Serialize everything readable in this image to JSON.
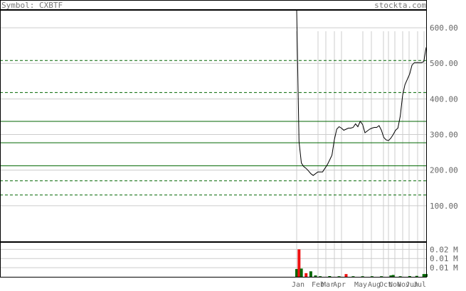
{
  "header": {
    "symbol_label": "Symbol: CXBTF",
    "brand": "stockta.com"
  },
  "colors": {
    "frame": "#000000",
    "header_text": "#777777",
    "grid": "#cccccc",
    "support_line": "#006600",
    "dashed_line": "#006600",
    "price_line": "#000000",
    "volume_up": "#006600",
    "volume_down": "#ee1111",
    "axis_text": "#666666"
  },
  "chart_data": {
    "type": "line",
    "price_axis": {
      "ylim": [
        0,
        650
      ],
      "ticks": [
        100,
        200,
        300,
        400,
        500,
        600
      ],
      "tick_labels": [
        "100.00",
        "200.00",
        "300.00",
        "400.00",
        "500.00",
        "600.00"
      ]
    },
    "support_resistance": {
      "solid": [
        337,
        277,
        212
      ],
      "dashed": [
        508,
        418,
        170,
        130
      ]
    },
    "month_labels": [
      "Jan",
      "Feb",
      "Mar",
      "Apr",
      "May",
      "Aug",
      "Oct",
      "Nov",
      "Nov",
      "Jun",
      "Jul"
    ],
    "price_series": [
      [
        0,
        650
      ],
      [
        1,
        280
      ],
      [
        2,
        220
      ],
      [
        3,
        210
      ],
      [
        4,
        205
      ],
      [
        5,
        198
      ],
      [
        6,
        190
      ],
      [
        7,
        185
      ],
      [
        8,
        190
      ],
      [
        9,
        195
      ],
      [
        10,
        195
      ],
      [
        11,
        195
      ],
      [
        12,
        205
      ],
      [
        13,
        215
      ],
      [
        14,
        228
      ],
      [
        15,
        242
      ],
      [
        16,
        285
      ],
      [
        17,
        315
      ],
      [
        18,
        322
      ],
      [
        19,
        318
      ],
      [
        20,
        312
      ],
      [
        21,
        315
      ],
      [
        22,
        318
      ],
      [
        23,
        318
      ],
      [
        24,
        320
      ],
      [
        25,
        330
      ],
      [
        26,
        322
      ],
      [
        27,
        337
      ],
      [
        28,
        328
      ],
      [
        29,
        305
      ],
      [
        30,
        310
      ],
      [
        31,
        315
      ],
      [
        32,
        318
      ],
      [
        33,
        320
      ],
      [
        34,
        320
      ],
      [
        35,
        325
      ],
      [
        36,
        312
      ],
      [
        37,
        292
      ],
      [
        38,
        285
      ],
      [
        39,
        283
      ],
      [
        40,
        290
      ],
      [
        41,
        300
      ],
      [
        42,
        312
      ],
      [
        43,
        318
      ],
      [
        44,
        352
      ],
      [
        45,
        410
      ],
      [
        46,
        440
      ],
      [
        47,
        455
      ],
      [
        48,
        470
      ],
      [
        49,
        495
      ],
      [
        50,
        502
      ],
      [
        51,
        502
      ],
      [
        52,
        502
      ],
      [
        53,
        502
      ],
      [
        54,
        505
      ],
      [
        55,
        545
      ]
    ],
    "volume": {
      "axis_ticks": [
        0.01,
        0.02,
        0.03
      ],
      "tick_labels": [
        "0.01 M",
        "0.01 M",
        "0.02 M"
      ],
      "ylim": [
        0,
        0.038
      ],
      "bars": [
        {
          "i": 0,
          "v": 0.0085,
          "dir": "up"
        },
        {
          "i": 1,
          "v": 0.03,
          "dir": "down"
        },
        {
          "i": 2,
          "v": 0.009,
          "dir": "up"
        },
        {
          "i": 4,
          "v": 0.004,
          "dir": "down"
        },
        {
          "i": 6,
          "v": 0.006,
          "dir": "up"
        },
        {
          "i": 8,
          "v": 0.0015,
          "dir": "up"
        },
        {
          "i": 10,
          "v": 0.0006,
          "dir": "up"
        },
        {
          "i": 14,
          "v": 0.0008,
          "dir": "up"
        },
        {
          "i": 18,
          "v": 0.0006,
          "dir": "up"
        },
        {
          "i": 21,
          "v": 0.003,
          "dir": "down"
        },
        {
          "i": 24,
          "v": 0.0006,
          "dir": "up"
        },
        {
          "i": 28,
          "v": 0.0006,
          "dir": "up"
        },
        {
          "i": 32,
          "v": 0.0006,
          "dir": "up"
        },
        {
          "i": 36,
          "v": 0.0006,
          "dir": "up"
        },
        {
          "i": 40,
          "v": 0.0015,
          "dir": "up"
        },
        {
          "i": 41,
          "v": 0.002,
          "dir": "up"
        },
        {
          "i": 44,
          "v": 0.0006,
          "dir": "up"
        },
        {
          "i": 48,
          "v": 0.0008,
          "dir": "up"
        },
        {
          "i": 51,
          "v": 0.001,
          "dir": "up"
        },
        {
          "i": 54,
          "v": 0.003,
          "dir": "up"
        },
        {
          "i": 55,
          "v": 0.003,
          "dir": "up"
        }
      ]
    }
  }
}
